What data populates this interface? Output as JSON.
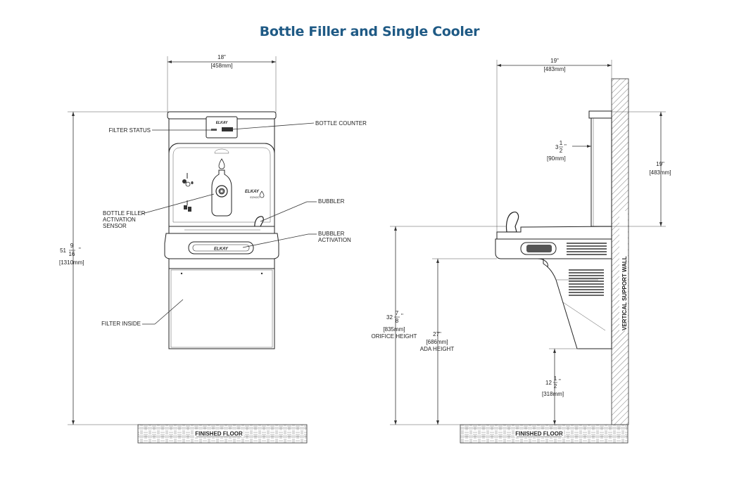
{
  "title": "Bottle Filler and Single Cooler",
  "front": {
    "width_in": "18\"",
    "width_mm": "[458mm]",
    "height_whole": "51",
    "height_num": "9",
    "height_den": "16",
    "height_mm": "[1310mm]",
    "labels": {
      "filter_status": "FILTER STATUS",
      "bottle_counter": "BOTTLE COUNTER",
      "bottle_filler_1": "BOTTLE FILLER",
      "bottle_filler_2": "ACTIVATION",
      "bottle_filler_3": "SENSOR",
      "bubbler": "BUBBLER",
      "bubbler_act_1": "BUBBLER",
      "bubbler_act_2": "ACTIVATION",
      "filter_inside": "FILTER INSIDE"
    },
    "brand": "ELKAY"
  },
  "side": {
    "width_in": "19\"",
    "width_mm": "[483mm]",
    "offset_whole": "3",
    "offset_num": "1",
    "offset_den": "2",
    "offset_mm": "[90mm]",
    "top_height_in": "19\"",
    "top_height_mm": "[483mm]",
    "orifice_whole": "32",
    "orifice_num": "7",
    "orifice_den": "8",
    "orifice_mm": "[835mm]",
    "orifice_label": "ORIFICE HEIGHT",
    "ada_in": "27\"",
    "ada_mm": "[686mm]",
    "ada_label": "ADA HEIGHT",
    "knee_whole": "12",
    "knee_num": "1",
    "knee_den": "2",
    "knee_mm": "[318mm]",
    "wall_label": "VERTICAL SUPPORT WALL"
  },
  "floor_label": "FINISHED FLOOR"
}
